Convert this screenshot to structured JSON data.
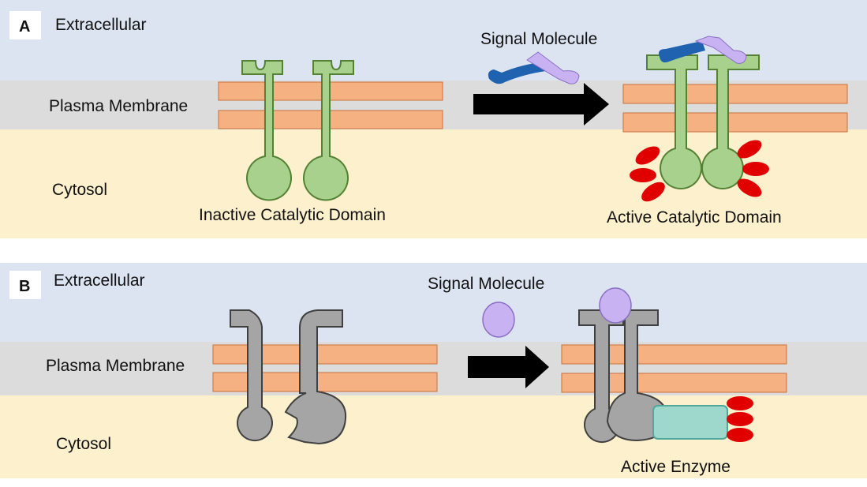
{
  "colors": {
    "extracellular": "#dce4f2",
    "membrane_zone": "#dcdcdc",
    "cytosol": "#fdf0cd",
    "lipid_fill": "#f6b183",
    "lipid_stroke": "#c8703a",
    "receptor_green": "#a8d18d",
    "receptor_green_stroke": "#548235",
    "receptor_gray": "#a5a5a5",
    "receptor_gray_stroke": "#404040",
    "phosphate_red": "#e00000",
    "signal_purple": "#c9b2f2",
    "signal_blue": "#1f63b0",
    "enzyme_teal": "#9ed8cc",
    "arrow": "#000000"
  },
  "panels": [
    {
      "letter": "A",
      "extracellular_label": "Extracellular",
      "membrane_label": "Plasma Membrane",
      "cytosol_label": "Cytosol",
      "signal_label": "Signal Molecule",
      "before_caption": "Inactive Catalytic Domain",
      "after_caption": "Active Catalytic Domain"
    },
    {
      "letter": "B",
      "extracellular_label": "Extracellular",
      "membrane_label": "Plasma Membrane",
      "cytosol_label": "Cytosol",
      "signal_label": "Signal Molecule",
      "after_caption": "Active Enzyme"
    }
  ]
}
